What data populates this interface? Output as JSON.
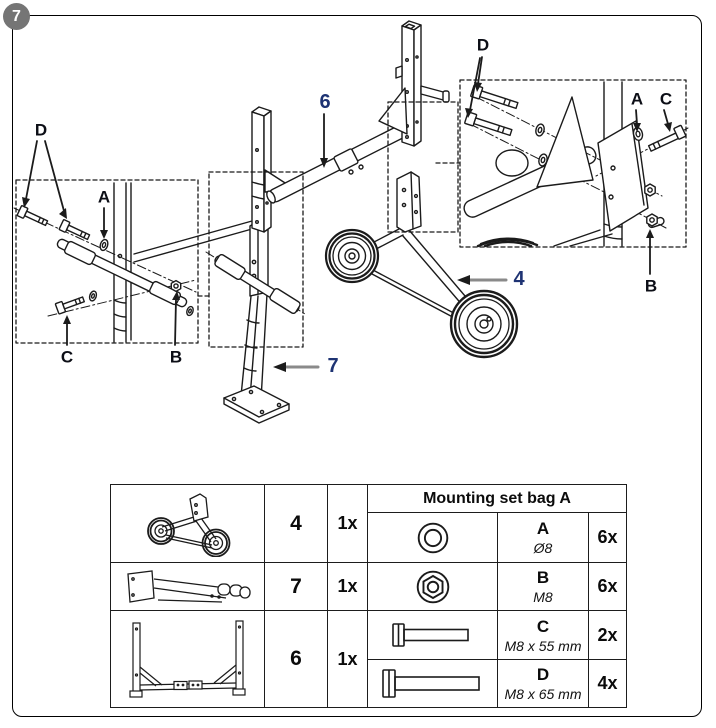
{
  "step": {
    "number": "7"
  },
  "diagram": {
    "callouts": [
      {
        "id": "left-bolt-d",
        "text": "D"
      },
      {
        "id": "left-washer-a",
        "text": "A"
      },
      {
        "id": "left-bolt-c",
        "text": "C"
      },
      {
        "id": "left-nut-b",
        "text": "B"
      },
      {
        "id": "frame-part",
        "text": "6"
      },
      {
        "id": "stand-part",
        "text": "7"
      },
      {
        "id": "wheel-part",
        "text": "4"
      },
      {
        "id": "right-bolt-d",
        "text": "D"
      },
      {
        "id": "right-washer-a",
        "text": "A"
      },
      {
        "id": "right-bolt-c",
        "text": "C"
      },
      {
        "id": "right-nut-b",
        "text": "B"
      }
    ]
  },
  "parts_table": {
    "rows": [
      {
        "part": "4",
        "qty": "1x",
        "thumb": "wheel-assembly-thumb"
      },
      {
        "part": "7",
        "qty": "1x",
        "thumb": "stand-thumb"
      },
      {
        "part": "6",
        "qty": "1x",
        "thumb": "frame-thumb"
      }
    ],
    "hardware": {
      "title": "Mounting set bag A",
      "items": [
        {
          "id": "A",
          "spec": "Ø8",
          "qty": "6x",
          "icon": "washer-icon"
        },
        {
          "id": "B",
          "spec": "M8",
          "qty": "6x",
          "icon": "locknut-icon"
        },
        {
          "id": "C",
          "spec": "M8 x 55 mm",
          "qty": "2x",
          "icon": "bolt-icon"
        },
        {
          "id": "D",
          "spec": "M8 x 65 mm",
          "qty": "4x",
          "icon": "bolt-icon"
        }
      ]
    }
  },
  "colors": {
    "badge": "#757575",
    "line": "#1b1b1b",
    "arrow_gray": "#8a8a8a",
    "label_letter": "#0c0e16",
    "label_number": "#1e3373"
  }
}
